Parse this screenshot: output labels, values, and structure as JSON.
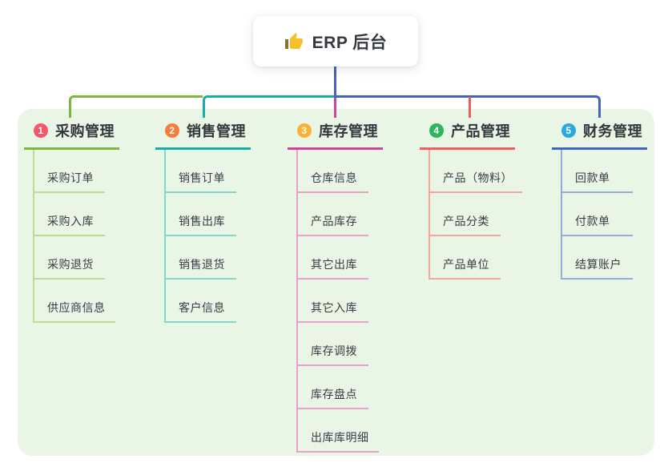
{
  "root": {
    "label": "ERP 后台",
    "icon": "thumbs-up-icon",
    "icon_color": "#f5c02c"
  },
  "panel": {
    "background": "#eaf6e5"
  },
  "connectors": {
    "trunk": "#4a5ec5",
    "green": "#82b53e",
    "teal": "#14b0a6",
    "magenta": "#d1439b",
    "red": "#f15f5d",
    "blue": "#3f63c6"
  },
  "branches": [
    {
      "num": "1",
      "title": "采购管理",
      "colors": {
        "badge": "#f4566b",
        "line": "#82b53e",
        "light": "#bcdc96"
      },
      "children": [
        "采购订单",
        "采购入库",
        "采购退货",
        "供应商信息"
      ]
    },
    {
      "num": "2",
      "title": "销售管理",
      "colors": {
        "badge": "#f67d3c",
        "line": "#14b0a6",
        "light": "#83d5ce"
      },
      "children": [
        "销售订单",
        "销售出库",
        "销售退货",
        "客户信息"
      ]
    },
    {
      "num": "3",
      "title": "库存管理",
      "colors": {
        "badge": "#f9b233",
        "line": "#d1439b",
        "light": "#eb9fc9"
      },
      "children": [
        "仓库信息",
        "产品库存",
        "其它出库",
        "其它入库",
        "库存调拨",
        "库存盘点",
        "出库库明细"
      ]
    },
    {
      "num": "4",
      "title": "产品管理",
      "colors": {
        "badge": "#2fb55b",
        "line": "#f15f5d",
        "light": "#f6a59f"
      },
      "children": [
        "产品（物料）",
        "产品分类",
        "产品单位"
      ]
    },
    {
      "num": "5",
      "title": "财务管理",
      "colors": {
        "badge": "#2aa9e0",
        "line": "#3f63c6",
        "light": "#94abde"
      },
      "children": [
        "回款单",
        "付款单",
        "结算账户"
      ]
    }
  ]
}
